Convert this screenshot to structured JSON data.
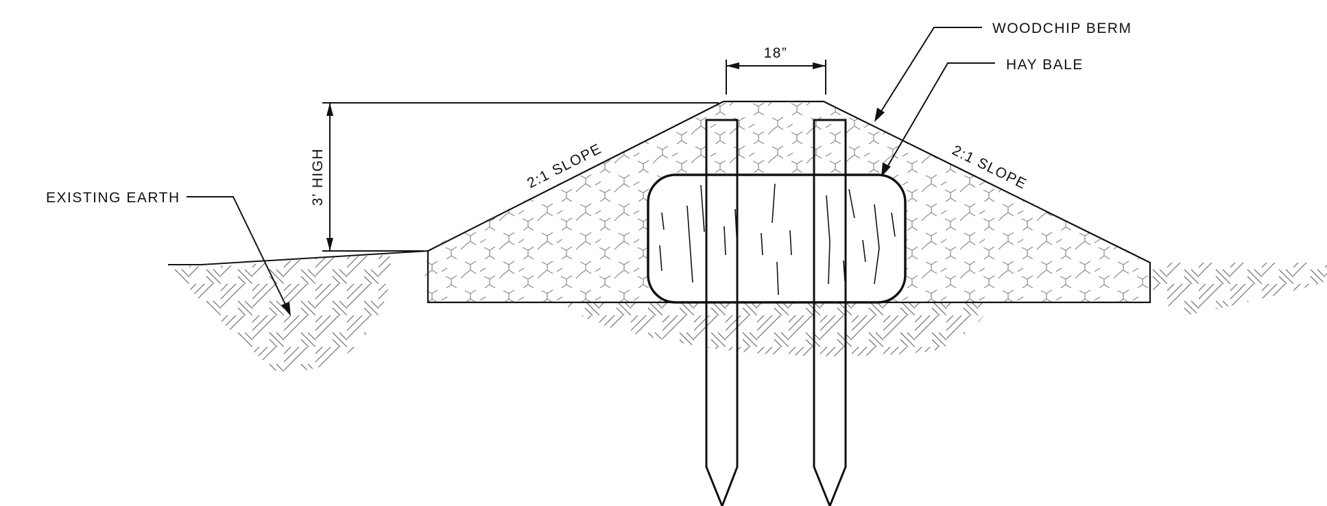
{
  "labels": {
    "woodchip_berm": "WOODCHIP BERM",
    "hay_bale": "HAY BALE",
    "existing_earth": "EXISTING EARTH",
    "width_dimension": "18”",
    "height_dimension": "3’ HIGH",
    "slope_left": "2:1 SLOPE",
    "slope_right": "2:1 SLOPE"
  },
  "colors": {
    "line": "#111111",
    "hatch": "#777777",
    "background": "#ffffff"
  }
}
